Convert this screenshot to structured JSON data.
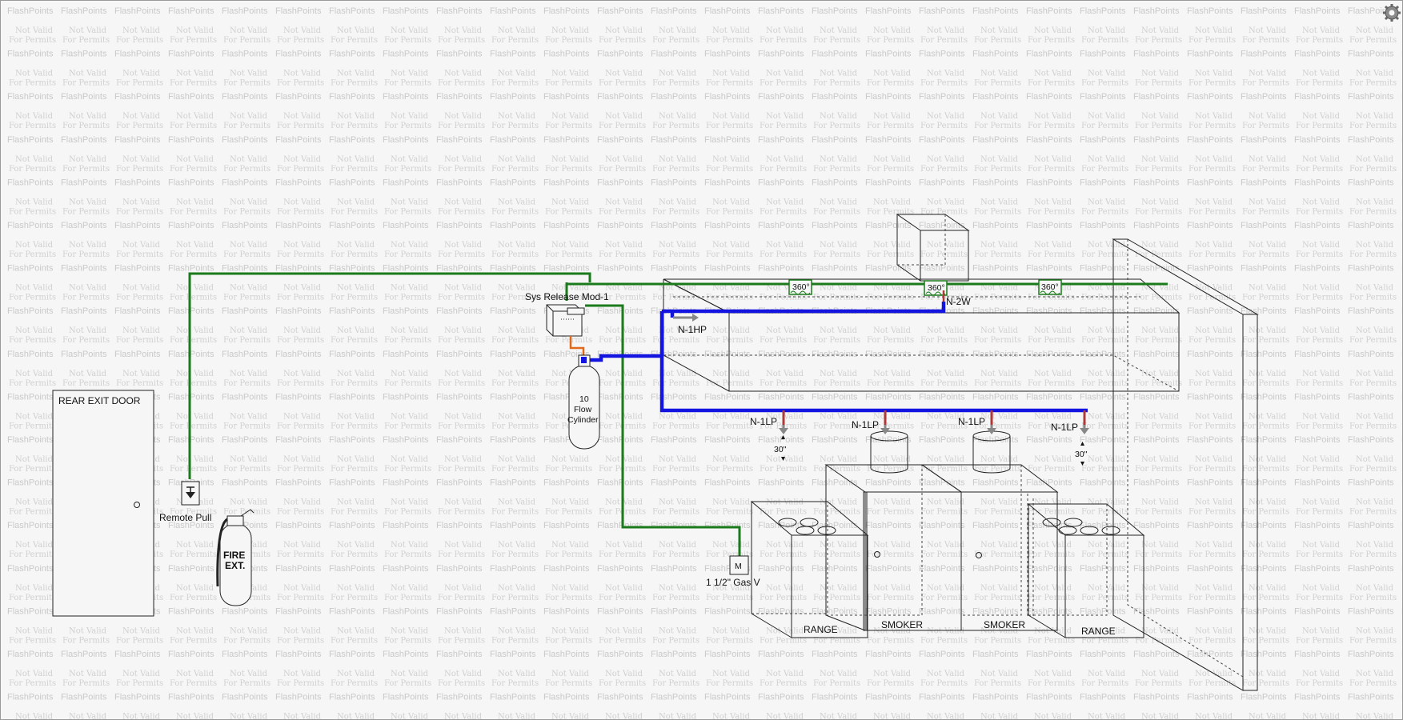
{
  "watermark": {
    "brand": "FlashPoints",
    "line1": "Not Valid",
    "line2": "For Permits"
  },
  "labels": {
    "rear_exit_door": "REAR EXIT DOOR",
    "remote_pull": "Remote Pull",
    "fire_ext_1": "FIRE",
    "fire_ext_2": "EXT.",
    "sys_release": "Sys Release Mod-1",
    "cylinder_1": "10",
    "cylinder_2": "Flow",
    "cylinder_3": "Cylinder",
    "gas_valve_symbol": "M",
    "gas_valve": "1 1/2\" Gas V",
    "detector": "360°",
    "nozzle_1hp": "N-1HP",
    "nozzle_2w": "N-2W",
    "nozzle_1lp": "N-1LP",
    "height_30": "30\"",
    "range": "RANGE",
    "smoker": "SMOKER"
  },
  "colors": {
    "detection_line": "#1b7a1b",
    "agent_pipe": "#1414e0",
    "release_hose": "#e06a1a",
    "nozzle_drop": "#b03a3a"
  },
  "icons": {
    "settings": "gear-icon",
    "pull_station": "arrow-down-icon"
  }
}
